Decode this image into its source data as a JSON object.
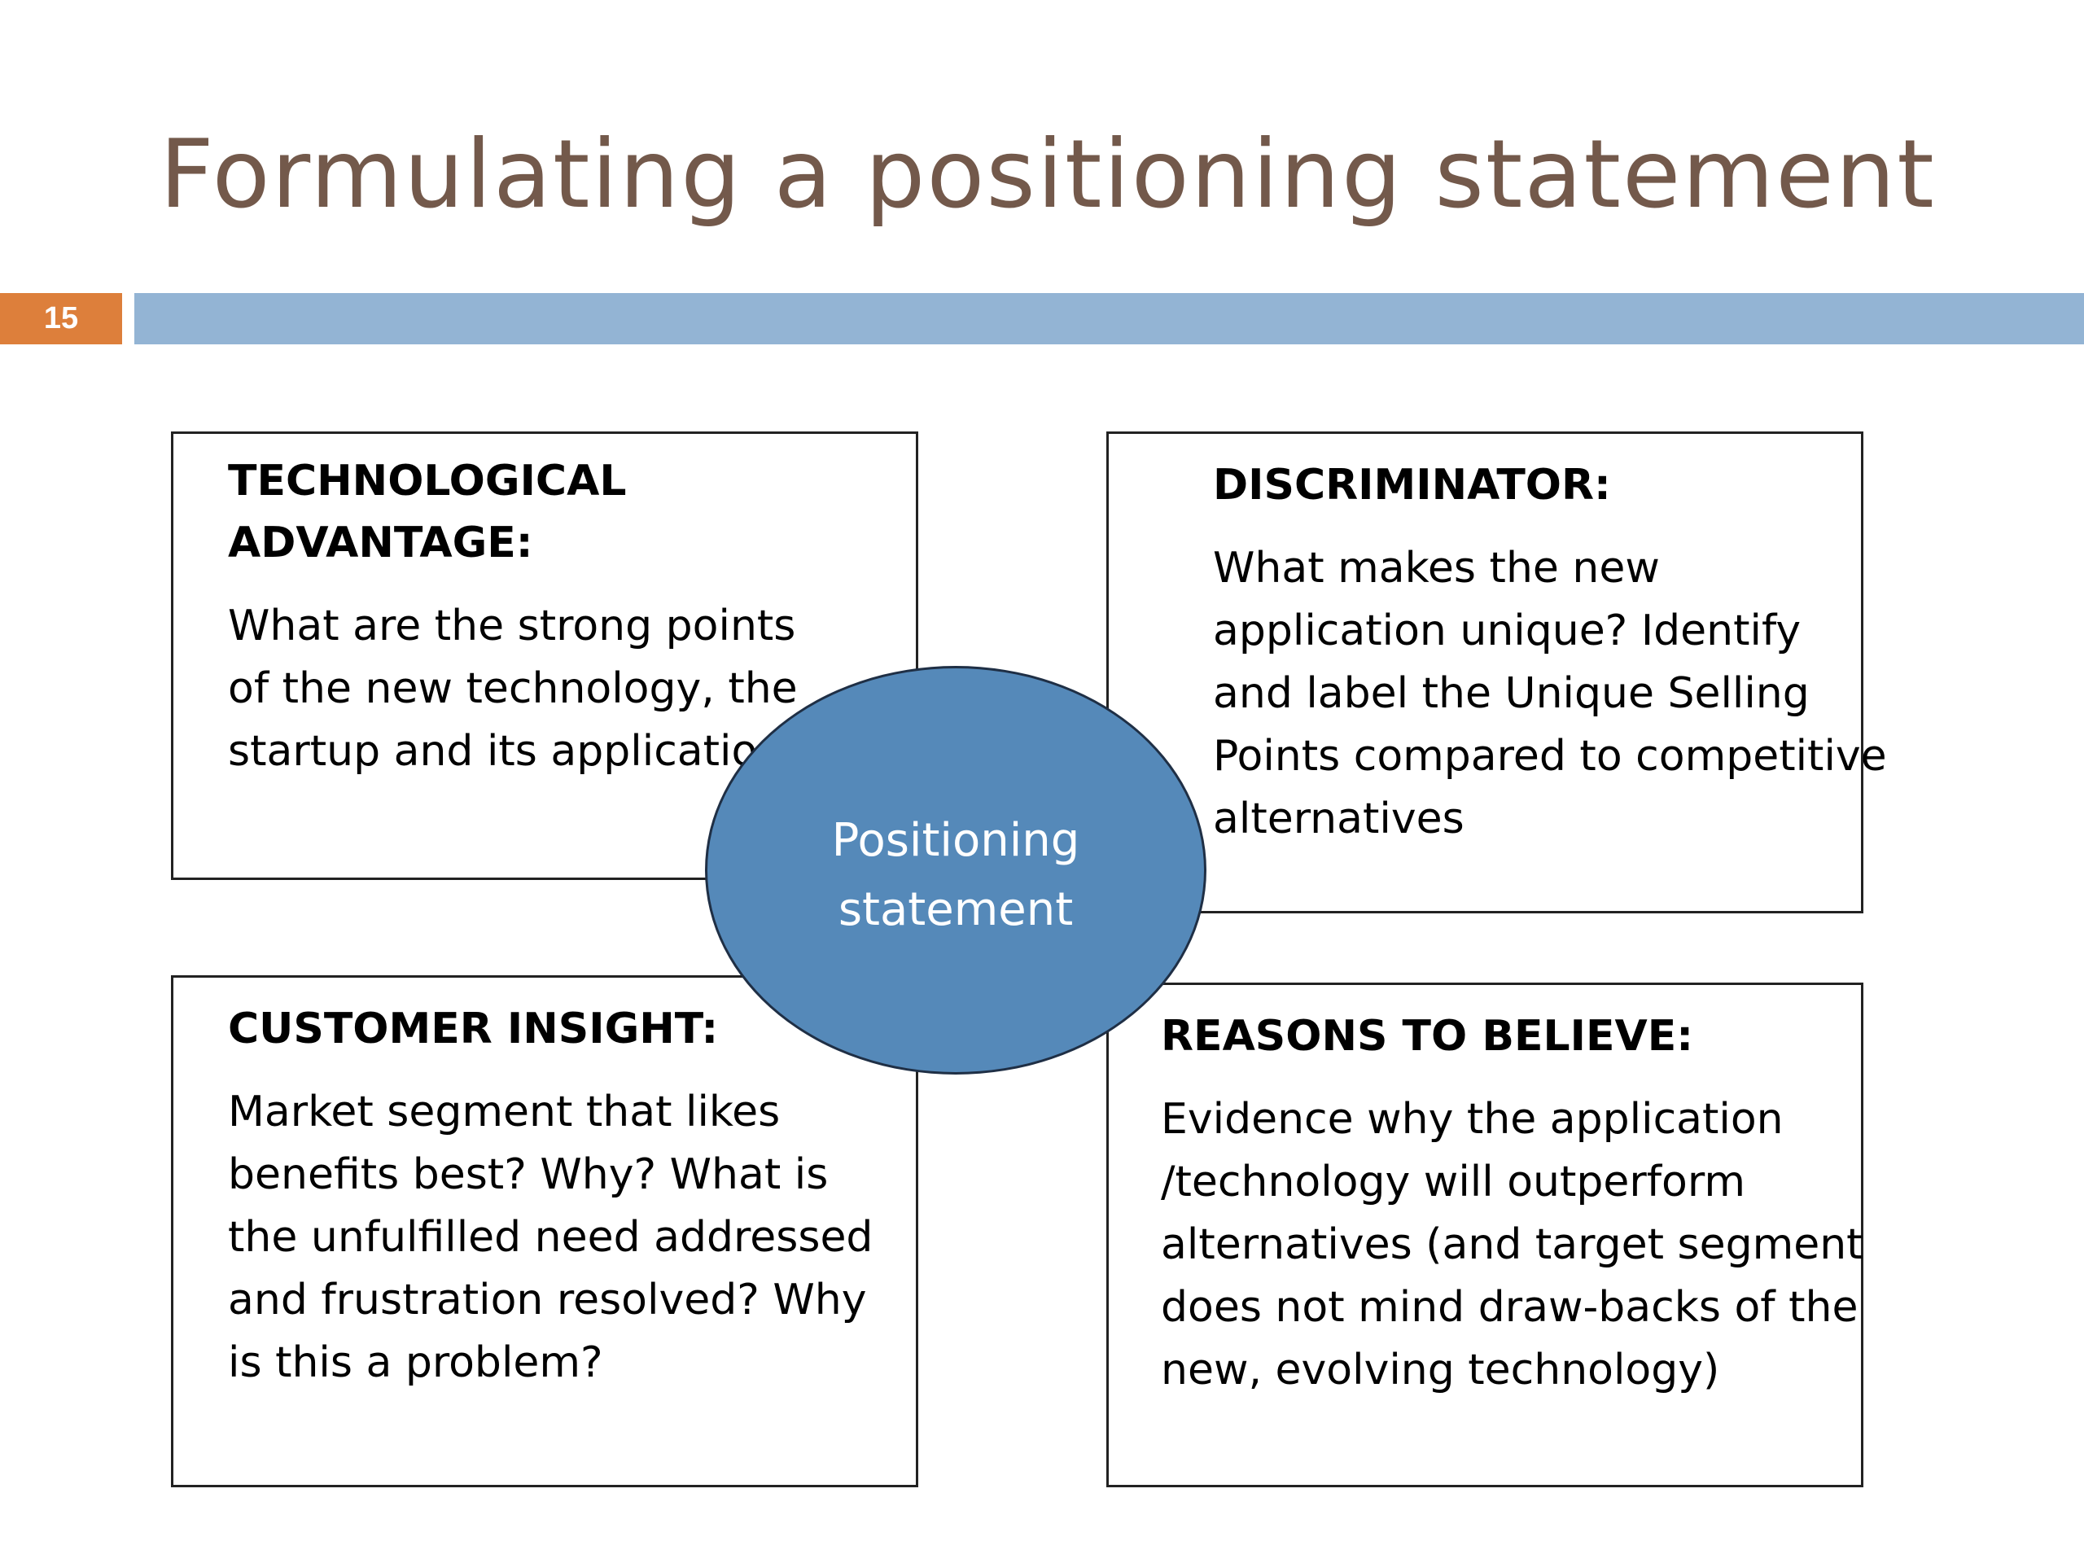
{
  "slide": {
    "title": "Formulating a positioning statement",
    "number": "15"
  },
  "center": {
    "label": "Positioning statement"
  },
  "boxes": {
    "technological_advantage": {
      "heading_line1": "TECHNOLOGICAL",
      "heading_line2": "ADVANTAGE:",
      "body_lines": [
        "What are the strong points",
        "of the new technology, the",
        "startup and its application"
      ]
    },
    "discriminator": {
      "heading": "DISCRIMINATOR:",
      "body_lines": [
        "What makes the new",
        "application unique? Identify",
        "and label the Unique Selling",
        "Points compared to competitive",
        "alternatives"
      ]
    },
    "customer_insight": {
      "heading": "CUSTOMER INSIGHT:",
      "body_lines": [
        "Market segment that likes",
        "benefits best? Why? What is",
        "the unfulfilled need addressed",
        "and frustration resolved? Why",
        "is this a problem?"
      ]
    },
    "reasons_to_believe": {
      "heading": "REASONS TO BELIEVE:",
      "body_lines": [
        "Evidence why the application",
        "/technology will outperform",
        "alternatives (and target segment",
        "does not mind draw-backs of the",
        "new, evolving technology)"
      ]
    }
  },
  "colors": {
    "title": "#73594b",
    "slide_number_bg": "#dd7f3b",
    "title_bar": "#93b4d4",
    "ellipse_fill": "#5589b9"
  }
}
